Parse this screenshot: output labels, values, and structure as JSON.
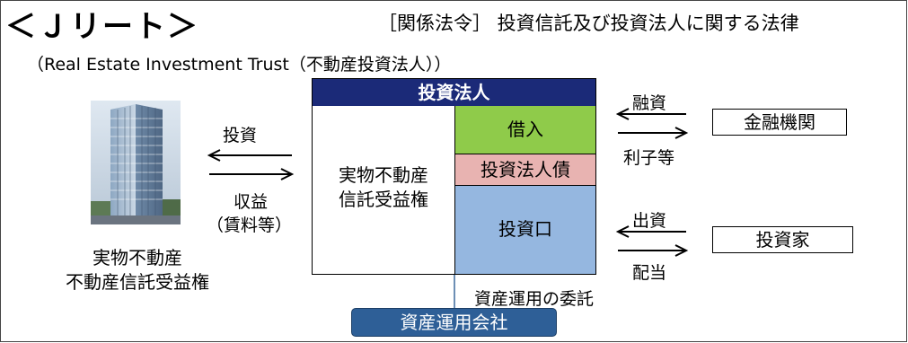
{
  "title": "＜Ｊリート＞",
  "law": "［関係法令］ 投資信託及び投資法人に関する法律",
  "subtitle": "（Real Estate Investment Trust（不動産投資法人））",
  "property": {
    "line1": "実物不動産",
    "line2": "不動産信託受益権"
  },
  "flows_property": {
    "investment": "投資",
    "income": "収益",
    "income_note": "（賃料等）"
  },
  "reit": {
    "header": "投資法人",
    "assets_line1": "実物不動産",
    "assets_line2": "信託受益権",
    "debt": "借入",
    "bonds": "投資法人債",
    "equity": "投資口"
  },
  "flows_bank": {
    "loan": "融資",
    "interest": "利子等"
  },
  "bank": "金融機関",
  "flows_investor": {
    "capital": "出資",
    "dividend": "配当"
  },
  "investor": "投資家",
  "delegation": "資産運用の委託",
  "asset_manager": "資産運用会社",
  "colors": {
    "header_navy": "#1b2a78",
    "debt_green": "#8fcb4a",
    "bonds_pink": "#e8b3b1",
    "equity_blue": "#95b7e0",
    "manager_blue": "#2e5f97"
  },
  "icons": {
    "building": "office-building-photo"
  }
}
